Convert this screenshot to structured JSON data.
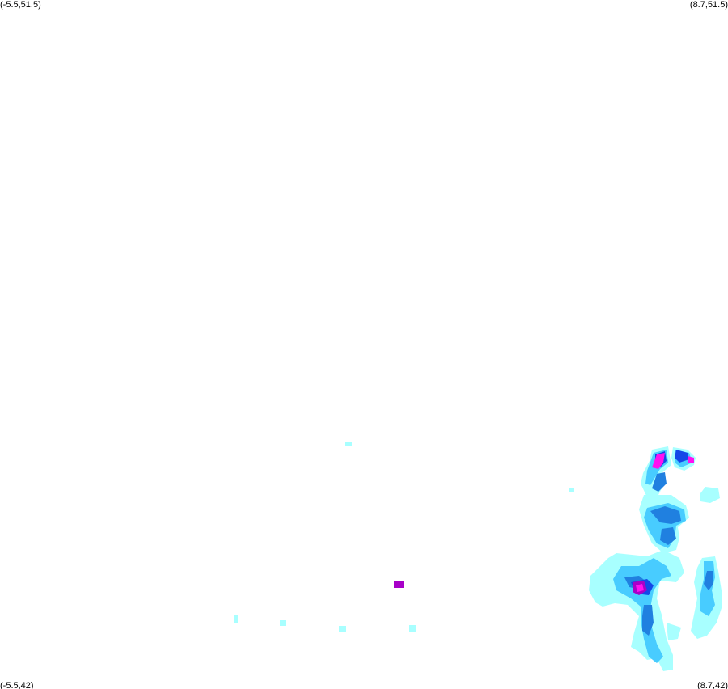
{
  "corners": {
    "top_left": "(-5.5,51.5)",
    "top_right": "(8.7,51.5)",
    "bottom_left": "(-5.5,42)",
    "bottom_right": "(8.7,42)"
  },
  "bounds": {
    "lon_min": -5.5,
    "lon_max": 8.7,
    "lat_min": 42,
    "lat_max": 51.5
  },
  "intensity_colors": {
    "light": "#a8ffff",
    "medium": "#48ccff",
    "strong": "#2080e0",
    "heavy": "#1448e8",
    "very_heavy": "#a800c8",
    "extreme": "#ff10f0"
  }
}
